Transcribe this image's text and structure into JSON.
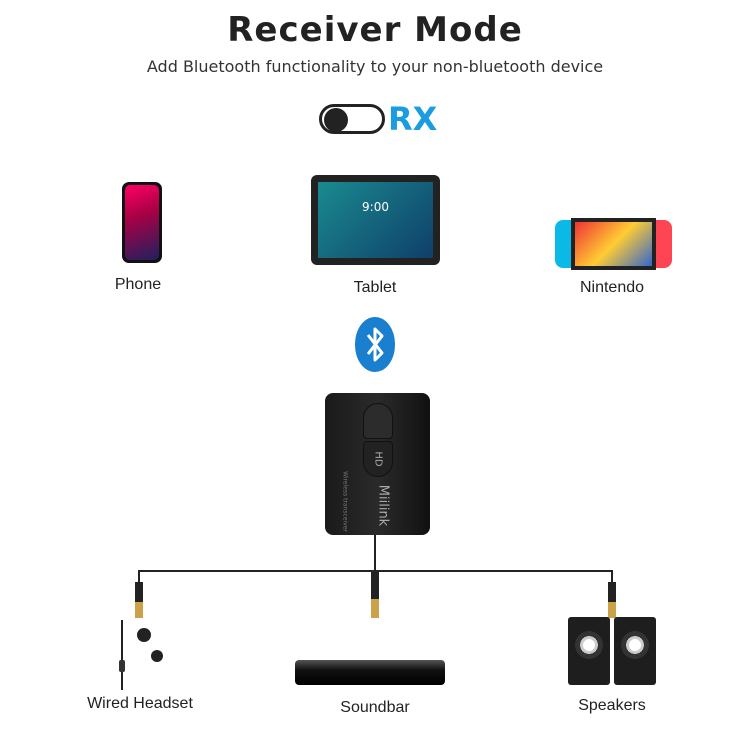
{
  "header": {
    "title": "Receiver Mode",
    "subtitle": "Add Bluetooth functionality to your non-bluetooth device"
  },
  "mode": {
    "toggle_state": "off",
    "label": "RX",
    "color": "#1a9de0"
  },
  "sources": [
    {
      "label": "Phone"
    },
    {
      "label": "Tablet",
      "screen_time": "9:00"
    },
    {
      "label": "Nintendo"
    }
  ],
  "bluetooth": {
    "icon": "bluetooth-icon",
    "color": "#1b7fd0"
  },
  "device": {
    "brand": "Miilink",
    "subtext": "Wireless transceiver",
    "button_label": "HD"
  },
  "outputs": [
    {
      "label": "Wired Headset"
    },
    {
      "label": "Soundbar"
    },
    {
      "label": "Speakers"
    }
  ]
}
